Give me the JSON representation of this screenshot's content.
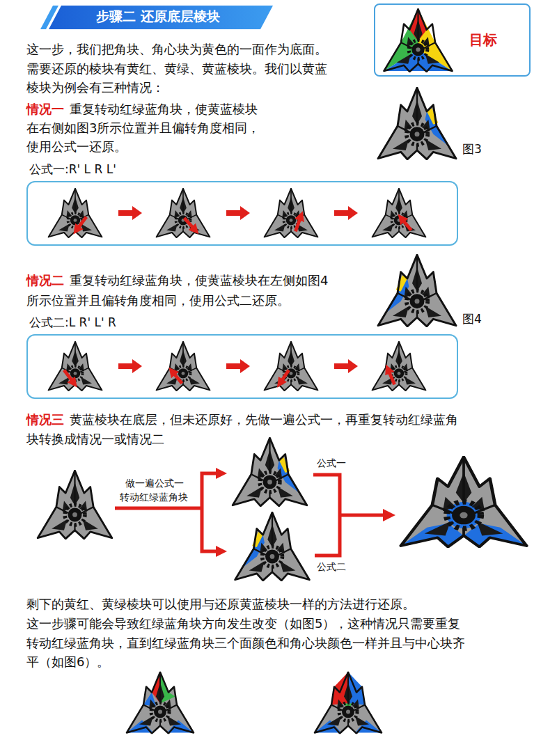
{
  "diagram": {
    "title": "步骤二 还原底层棱块",
    "nodes": [
      {
        "text": [
          "目标"
        ]
      },
      {
        "text": [
          "公式一:R' L R L'"
        ]
      },
      {
        "text": [
          "公式二:L R' L' R"
        ]
      }
    ],
    "labels": [
      "这一步，我们把角块、角心块为黄色的一面作为底面。",
      "需要还原的棱块有黄红、黄绿、黄蓝棱块。我们以黄蓝",
      "棱块为例会有三种情况：",
      "情况一",
      "重复转动红绿蓝角块，使黄蓝棱块",
      "在右侧如图3所示位置并且偏转角度相同，",
      "使用公式一还原。",
      "图3",
      "情况二",
      "重复转动红绿蓝角块，使黄蓝棱块在左侧如图4",
      "所示位置并且偏转角度相同，使用公式二还原。",
      "图4",
      "情况三",
      "黄蓝棱块在底层，但未还原好，先做一遍公式一，再重复转动红绿蓝角",
      "块转换成情况一或情况二",
      "做一遍公式一",
      "转动红绿蓝角块",
      "公式一",
      "公式二",
      "剩下的黄红、黄绿棱块可以使用与还原黄蓝棱块一样的方法进行还原。",
      "这一步骤可能会导致红绿蓝角块方向发生改变（如图5），这种情况只需要重复",
      "转动红绿蓝角块，直到红绿蓝角块三个面颜色和角心块颜色一样并且与中心块齐",
      "平（如图6）。"
    ]
  }
}
